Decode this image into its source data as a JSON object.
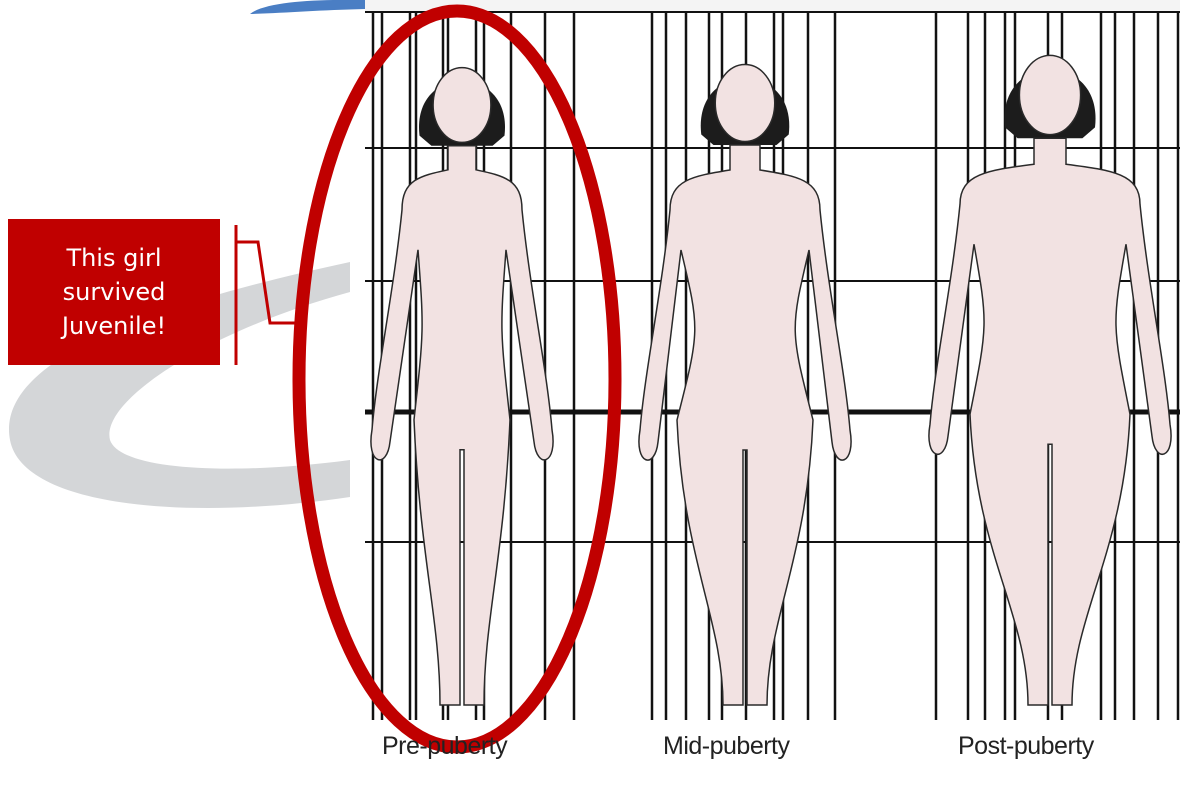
{
  "callout": {
    "text": "This girl\nsurvived\nJuvenile!",
    "fill": "#c00000"
  },
  "stages": [
    {
      "label": "Pre-puberty"
    },
    {
      "label": "Mid-puberty"
    },
    {
      "label": "Post-puberty"
    }
  ],
  "colors": {
    "skin": "#f2e2e2",
    "hair": "#1c1c1c",
    "grid": "#111111",
    "highlight_ellipse": "#c00000",
    "swoosh_blue": "#4a7ec4",
    "swoosh_gray": "#d4d6d8"
  },
  "highlight": {
    "target": "Pre-puberty",
    "shape": "ellipse"
  }
}
